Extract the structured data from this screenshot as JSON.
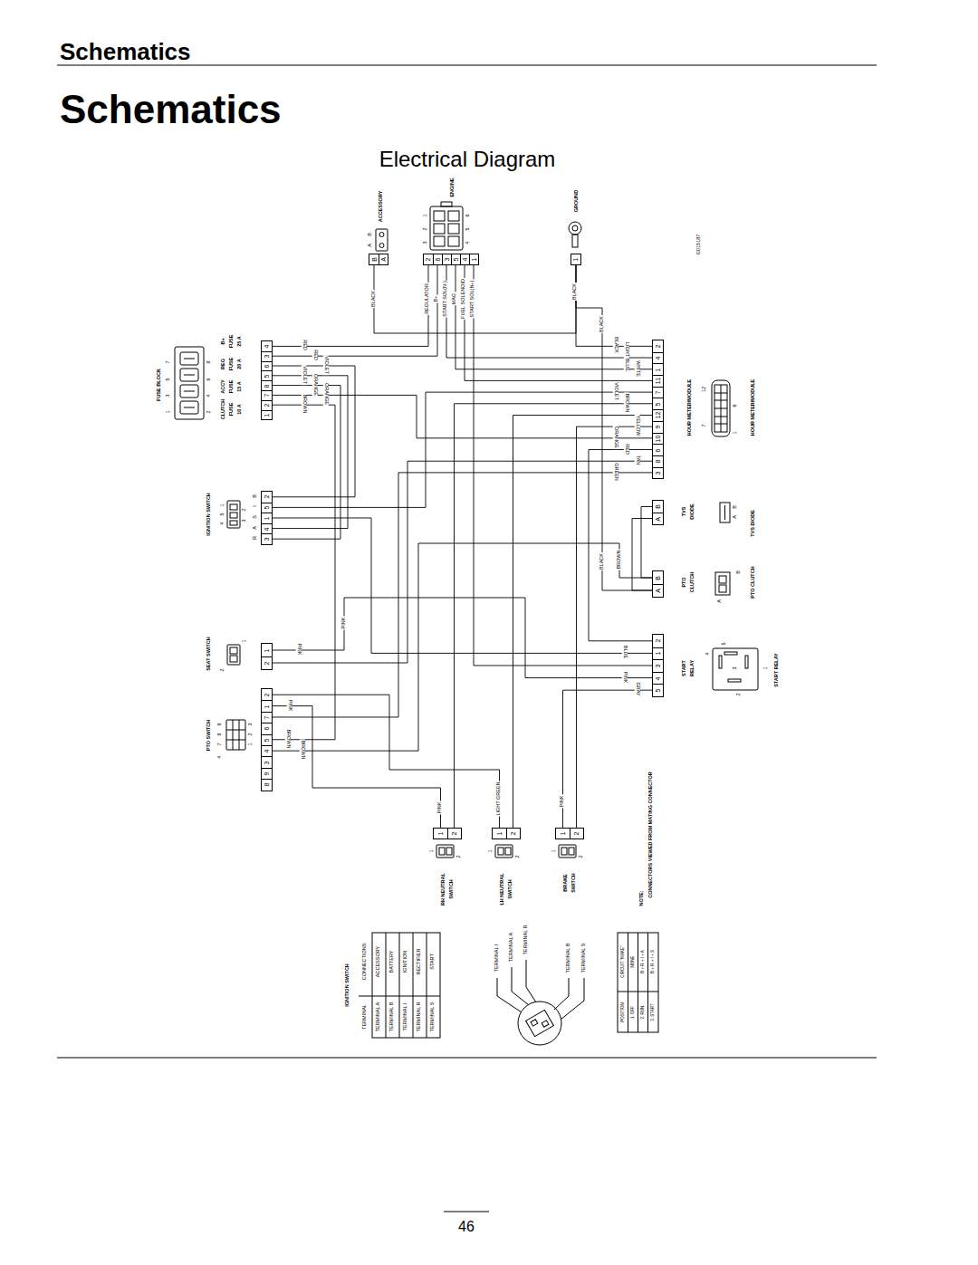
{
  "diagram": {
    "title": "Schematics",
    "nodes": [
      {
        "text": [
          "B",
          "A"
        ]
      },
      {
        "text": [
          "2",
          "6",
          "3",
          "5",
          "4",
          "1"
        ]
      },
      {
        "text": [
          "1"
        ]
      },
      {
        "text": [
          "4",
          "3",
          "6",
          "5",
          "8",
          "7",
          "2",
          "1"
        ]
      },
      {
        "text": [
          "2",
          "4",
          "1",
          "11",
          "7",
          "5",
          "12",
          "9",
          "10",
          "6",
          "8",
          "3"
        ]
      },
      {
        "text": [
          "2",
          "5",
          "1",
          "4",
          "3"
        ]
      },
      {
        "text": [
          "B",
          "A"
        ]
      },
      {
        "text": [
          "B",
          "A"
        ]
      },
      {
        "text": [
          "1",
          "2"
        ]
      },
      {
        "text": [
          "2",
          "1",
          "3",
          "4",
          "5"
        ]
      },
      {
        "text": [
          "2",
          "1",
          "7",
          "6",
          "5",
          "4",
          "3",
          "9",
          "8"
        ]
      },
      {
        "text": [
          "1",
          "2"
        ]
      },
      {
        "text": [
          "1",
          "2"
        ]
      },
      {
        "text": [
          "1",
          "2"
        ]
      }
    ],
    "edges": [
      {
        "from": 3,
        "to": 1,
        "arrow": "none"
      },
      {
        "from": 3,
        "to": 1,
        "arrow": "none"
      },
      {
        "from": 3,
        "to": 5,
        "arrow": "none"
      },
      {
        "from": 3,
        "to": 5,
        "arrow": "none"
      },
      {
        "from": 3,
        "to": 5,
        "arrow": "none"
      },
      {
        "from": 3,
        "to": 4,
        "arrow": "none"
      },
      {
        "from": 3,
        "to": 10,
        "arrow": "none"
      },
      {
        "from": 0,
        "to": 2,
        "arrow": "none"
      },
      {
        "from": 2,
        "to": 4,
        "arrow": "none"
      },
      {
        "from": 2,
        "to": 7,
        "arrow": "none"
      },
      {
        "from": 6,
        "to": 7,
        "arrow": "none"
      },
      {
        "from": 6,
        "to": 7,
        "arrow": "none"
      },
      {
        "from": 10,
        "to": 7,
        "arrow": "none"
      },
      {
        "from": 1,
        "to": 4,
        "arrow": "none"
      },
      {
        "from": 1,
        "to": 4,
        "arrow": "none"
      },
      {
        "from": 1,
        "to": 4,
        "arrow": "none"
      },
      {
        "from": 1,
        "to": 9,
        "arrow": "none"
      },
      {
        "from": 4,
        "to": 5,
        "arrow": "none"
      },
      {
        "from": 4,
        "to": 11,
        "arrow": "none"
      },
      {
        "from": 4,
        "to": 12,
        "arrow": "none"
      },
      {
        "from": 4,
        "to": 13,
        "arrow": "none"
      },
      {
        "from": 4,
        "to": 9,
        "arrow": "none"
      },
      {
        "from": 4,
        "to": 8,
        "arrow": "none"
      },
      {
        "from": 4,
        "to": 10,
        "arrow": "none"
      },
      {
        "from": 9,
        "to": 5,
        "arrow": "none"
      },
      {
        "from": 9,
        "to": 8,
        "arrow": "none"
      },
      {
        "from": 9,
        "to": 13,
        "arrow": "none"
      },
      {
        "from": 10,
        "to": 11,
        "arrow": "none"
      },
      {
        "from": 10,
        "to": 12,
        "arrow": "none"
      }
    ],
    "labels": [
      "Schematics",
      "Electrical Diagram",
      "ACCESSORY",
      "B",
      "A",
      "1",
      "2",
      "3",
      "ENGINE",
      "6",
      "5",
      "4",
      "GROUND",
      "G015187",
      "FUSE BLOCK",
      "1",
      "3",
      "5",
      "7",
      "2",
      "4",
      "6",
      "8",
      "CLUTCH",
      "FUSE",
      "10 A",
      "ACCY",
      "FUSE",
      "15 A",
      "REG",
      "FUSE",
      "20 A",
      "B+",
      "FUSE",
      "25 A",
      "RED",
      "RED",
      "VIOLET",
      "VIOLET",
      "ORANGE",
      "ORANGE",
      "BROWN",
      "REGULATOR",
      "B+",
      "START SOL(N-)",
      "MAG",
      "FUEL SOLENOID",
      "START SOL(N+)",
      "BLACK",
      "BLACK",
      "BLACK",
      "BLACK",
      "LIGHT BLUE",
      "WHITE",
      "VIOLET",
      "BROWN",
      "YELLOW",
      "ORANGE",
      "RED",
      "TAN",
      "GREEN",
      "HOUR METER/MODULE",
      "12",
      "6",
      "7",
      "1",
      "HOUR METER/MODULE",
      "IGNITION SWITCH",
      "4",
      "5",
      "1",
      "3",
      "2",
      "R",
      "A",
      "S",
      "I",
      "B",
      "SEAT SWITCH",
      "2",
      "1",
      "PINK",
      "PTO SWITCH",
      "7",
      "8",
      "9",
      "4",
      "1",
      "2",
      "3",
      "PINK",
      "BROWN",
      "BROWN",
      "PINK",
      "TVS",
      "DIODE",
      "A",
      "B",
      "TVS DIODE",
      "PTO",
      "CLUTCH",
      "A",
      "B",
      "PTO CLUTCH",
      "BLACK",
      "BROWN",
      "START",
      "RELAY",
      "5",
      "4",
      "3",
      "2",
      "1",
      "START RELAY",
      "BLUE",
      "PINK",
      "GRAY",
      "PINK",
      "LIGHT GREEN",
      "PINK",
      "1",
      "2",
      "RH NEUTRAL",
      "SWITCH",
      "1",
      "2",
      "LH NEUTRAL",
      "SWITCH",
      "1",
      "2",
      "BRAKE",
      "SWITCH",
      "NOTE:",
      "CONNECTORS VIEWED FROM MATING CONNECTOR",
      "IGNITION SWITCH",
      "TERMINAL",
      "CONNECTIONS",
      "TERMINAL A",
      "ACCESSORY",
      "TERMINAL B",
      "BATTERY",
      "TERMINAL I",
      "IGNITION",
      "TERMINAL R",
      "RECTIFIER",
      "TERMINAL S",
      "START",
      "TERMINAL I",
      "TERMINAL A",
      "TERMINAL R",
      "TERMINAL B",
      "TERMINAL S",
      "POSITION",
      "CIRCUIT \"MAKE\"",
      "1. OFF",
      "NONE",
      "2. RUN",
      "B + R + I + A",
      "3. START",
      "B + R + I + S",
      "46"
    ]
  }
}
